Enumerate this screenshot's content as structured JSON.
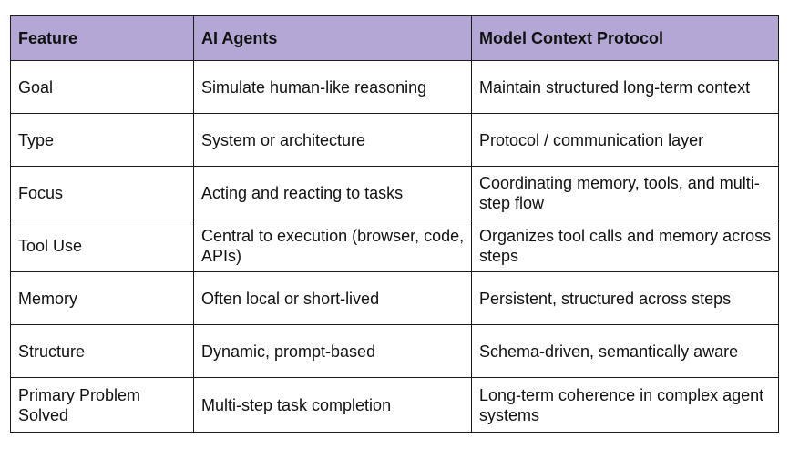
{
  "table": {
    "headers": [
      "Feature",
      "AI Agents",
      "Model Context Protocol"
    ],
    "header_color": "#b4a7d6",
    "rows": [
      [
        "Goal",
        "Simulate human-like reasoning",
        "Maintain structured long-term context"
      ],
      [
        "Type",
        "System or architecture",
        "Protocol / communication layer"
      ],
      [
        "Focus",
        "Acting and reacting to tasks",
        "Coordinating memory, tools, and multi-step flow"
      ],
      [
        "Tool Use",
        "Central to execution (browser, code, APIs)",
        "Organizes tool calls and memory across steps"
      ],
      [
        "Memory",
        "Often local or short-lived",
        "Persistent, structured across steps"
      ],
      [
        "Structure",
        "Dynamic, prompt-based",
        "Schema-driven, semantically aware"
      ],
      [
        "Primary Problem Solved",
        "Multi-step task completion",
        "Long-term coherence in complex agent systems"
      ]
    ]
  }
}
